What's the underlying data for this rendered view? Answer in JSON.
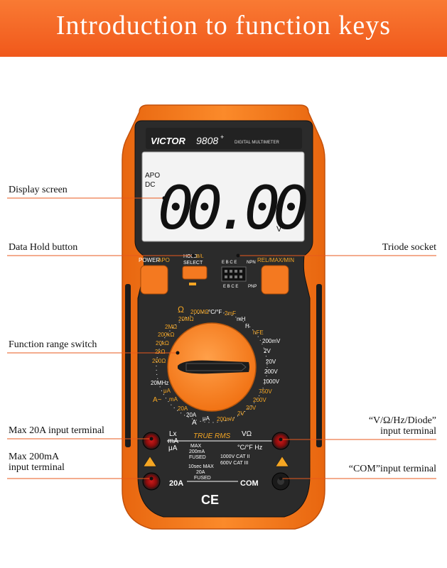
{
  "banner": {
    "title": "Introduction to function keys"
  },
  "colors": {
    "banner": "#f26522",
    "body_orange": "#f47920",
    "panel": "#2b2b2b",
    "leader_line": "#e8591c",
    "lcd": "#f3f3f3"
  },
  "meter": {
    "brand": "VICTOR",
    "model": "9808",
    "model_suffix": "+",
    "subtitle": "DIGITAL MULTIMETER",
    "lcd": {
      "apo": "APO",
      "dc": "DC",
      "reading": "00.00",
      "unit": "V"
    },
    "keys": {
      "power_label": "POWER",
      "power_sub": "APO",
      "hold_line1": "HOLD",
      "hold_b_l": "B/L",
      "select_label": "SELECT",
      "rel_label": "REL/MAX/MIN",
      "npn_pins": "E B C E",
      "npn_label": "NPN",
      "pnp_pins": "E B C E",
      "pnp_label": "PNP"
    },
    "dial": {
      "omega": "Ω",
      "r200m": "200MΩ",
      "temp": "°C/°F",
      "cap2m": "2mF",
      "r20m": "20MΩ",
      "r2m": "2MΩ",
      "r200k": "200kΩ",
      "r20k": "20kΩ",
      "r2k": "2kΩ",
      "r200": "200Ω",
      "mh": "mH",
      "h": "H",
      "hfe": "hFE",
      "v200m_dc": "200mV",
      "v2_dc": "2V",
      "v20_dc": "20V",
      "v200_dc": "200V",
      "v1000_dc": "1000V",
      "v750": "750V",
      "v200_ac": "200V",
      "v20_ac": "20V",
      "v2_ac": "2V",
      "v200m_ac": "200mV",
      "hz20m": "20MHz",
      "ma": "mA",
      "ua_a": "μA",
      "a_ac": "A~",
      "a20": "20A",
      "ma20": "20A",
      "ua2000": "μA",
      "a_dc": "A"
    },
    "front": {
      "true_rms": "TRUE RMS",
      "lx": "Lx",
      "ma": "mA",
      "ua": "μA",
      "max_line1": "MAX",
      "max_line2": "200mA",
      "max_line3": "FUSED",
      "v_omega": "VΩ",
      "c_f_hz": "°C/°F Hz",
      "cat1": "1000V CAT II",
      "cat2": "600V CAT III",
      "fused10_1": "10sec MAX",
      "fused10_2": "20A",
      "fused10_3": "FUSED",
      "term_20a": "20A",
      "term_com": "COM",
      "ce": "CE"
    }
  },
  "callouts": {
    "display": "Display screen",
    "hold": "Data Hold button",
    "triode": "Triode socket",
    "switch": "Function range switch",
    "max20a": "Max 20A input terminal",
    "v_omega_1": "“V/Ω/Hz/Diode”",
    "v_omega_2": "input terminal",
    "max200ma_1": "Max 200mA",
    "max200ma_2": "input terminal",
    "com": "“COM”input terminal"
  }
}
